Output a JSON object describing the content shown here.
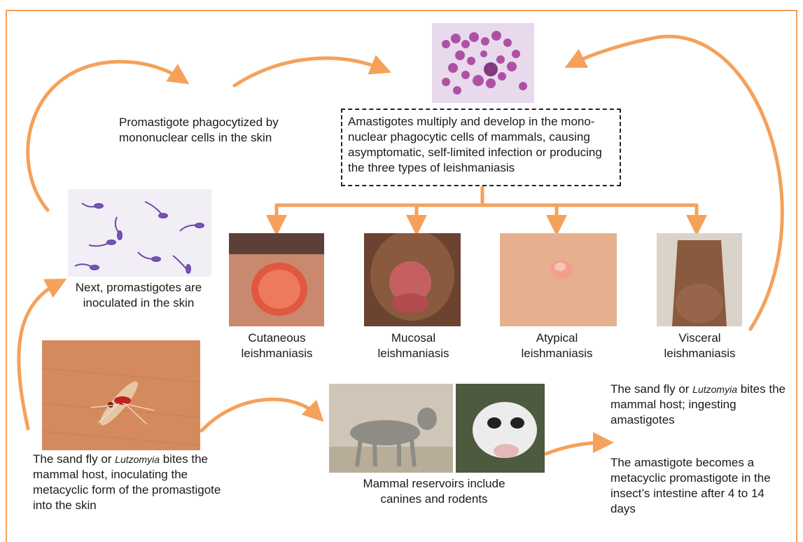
{
  "top_center_caption": "Amastigotes multiply and develop in the mono-nuclear phagocytic cells of mammals, causing asymptomatic, self-limited infection or producing the three types of leishmaniasis",
  "phagocytized_caption": "Promastigote phagocytized by mononuclear cells in the skin",
  "inoculated_caption": "Next, promastigotes are inoculated in the skin",
  "types": [
    {
      "line1": "Cutaneous",
      "line2": "leishmaniasis"
    },
    {
      "line1": "Mucosal",
      "line2": "leishmaniasis"
    },
    {
      "line1": "Atypical",
      "line2": "leishmaniasis"
    },
    {
      "line1": "Visceral",
      "line2": "leishmaniasis"
    }
  ],
  "sandfly_bite_left": {
    "before": "The sand fly or ",
    "genus": "Lutzomyia",
    "after": " bites the mammal host, inoculating the metacyclic form of the promastigote into the skin"
  },
  "reservoirs_caption": "Mammal reservoirs include canines and rodents",
  "sandfly_bite_right": {
    "before": "The sand fly or ",
    "genus": "Lutzomyia",
    "after": " bites the mammal host; ingesting amastigotes"
  },
  "metacyclic_caption": "The amastigote becomes a metacyclic promastigote in the insect’s intestine after 4 to 14 days",
  "colors": {
    "arrow": "#f5a15a",
    "frame": "#f5a15a"
  }
}
